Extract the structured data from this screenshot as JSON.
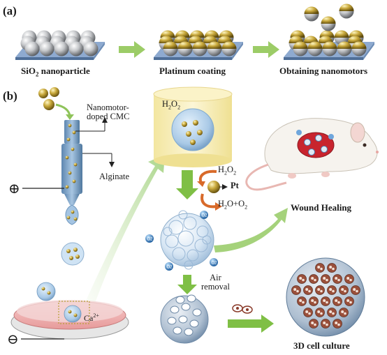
{
  "panel_a": {
    "label": "(a)",
    "steps": [
      {
        "main": "SiO",
        "sub": "2",
        "rest": " nanoparticle"
      },
      {
        "main": "Platinum coating"
      },
      {
        "main": "Obtaining nanomotors"
      }
    ]
  },
  "panel_b": {
    "label": "(b)",
    "nanomotor_label_line1": "Nanomotor-",
    "nanomotor_label_line2": "doped CMC",
    "alginate_label": "Alginate",
    "electrode_plus": "⊕",
    "electrode_minus": "⊖",
    "calcium_label": {
      "main": "Ca",
      "sup": "2+"
    },
    "h2o2_top": {
      "main": "H",
      "sub1": "2",
      "mid": "O",
      "sub2": "2"
    },
    "reaction_h2o2": {
      "main": "H",
      "sub1": "2",
      "mid": "O",
      "sub2": "2"
    },
    "reaction_pt": "Pt",
    "reaction_products": {
      "a": "H",
      "sub1": "2",
      "b": "O+O",
      "sub2": "2"
    },
    "o2_bubble_label": {
      "main": "O",
      "sub": "2"
    },
    "air_removal_line1": "Air",
    "air_removal_line2": "removal",
    "wound_healing": "Wound Healing",
    "cell_culture": "3D cell culture"
  },
  "colors": {
    "silica": "#b9bcc0",
    "platinum": "#a98d2c",
    "substrate": "#7f9fc4",
    "arrow_green": "#7fbf45",
    "arrow_orange": "#d86a2a",
    "capsule_yellow": "#f8eeb3",
    "pore_brown": "#9a4f3a",
    "mouse_wound": "#c8242e"
  }
}
